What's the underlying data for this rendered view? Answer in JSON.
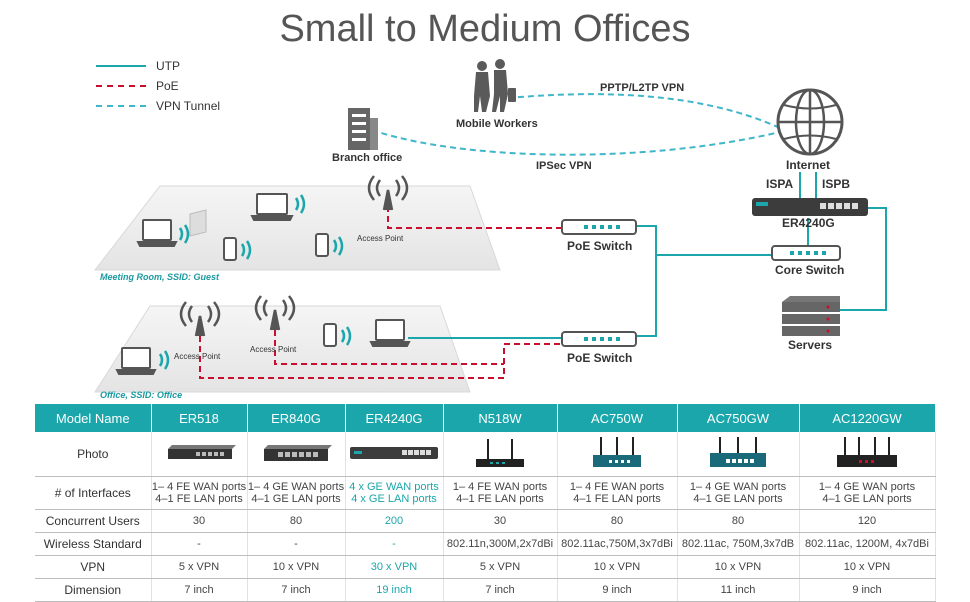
{
  "title": "Small to Medium Offices",
  "legend": {
    "items": [
      {
        "label": "UTP",
        "color": "#1aa6ab",
        "style": "solid"
      },
      {
        "label": "PoE",
        "color": "#c8102e",
        "style": "dashed"
      },
      {
        "label": "VPN Tunnel",
        "color": "#3fb6c9",
        "style": "dashed"
      }
    ]
  },
  "diagram": {
    "mobile_workers": "Mobile Workers",
    "branch_office": "Branch office",
    "pptp_label": "PPTP/L2TP VPN",
    "ipsec_label": "IPSec VPN",
    "internet": "Internet",
    "ispa": "ISPA",
    "ispb": "ISPB",
    "router": "ER4240G",
    "core_switch": "Core Switch",
    "servers": "Servers",
    "poe_switch_1": "PoE Switch",
    "poe_switch_2": "PoE Switch",
    "access_point_1": "Access Point",
    "access_point_2": "Access Point",
    "access_point_3": "Access Point",
    "meeting_room": "Meeting Room, SSID: Guest",
    "office": "Office, SSID:  Office"
  },
  "table": {
    "corner": "Model Name",
    "models": [
      "ER518",
      "ER840G",
      "ER4240G",
      "N518W",
      "AC750W",
      "AC750GW",
      "AC1220GW"
    ],
    "rows": {
      "photo": {
        "label": "Photo"
      },
      "interfaces": {
        "label": "# of Interfaces",
        "line1": [
          "1– 4 FE WAN ports",
          "1– 4 GE WAN ports",
          "4 x GE WAN ports",
          "1– 4 FE WAN ports",
          "1– 4 FE WAN ports",
          "1– 4 GE WAN ports",
          "1– 4 GE WAN ports"
        ],
        "line2": [
          "4–1 FE LAN ports",
          "4–1 GE LAN ports",
          "4 x GE LAN ports",
          "4–1 FE LAN ports",
          "4–1 FE LAN ports",
          "4–1 GE LAN ports",
          "4–1 GE LAN ports"
        ]
      },
      "users": {
        "label": "Concurrent Users",
        "values": [
          "30",
          "80",
          "200",
          "30",
          "80",
          "80",
          "120"
        ]
      },
      "wireless": {
        "label": "Wireless Standard",
        "values": [
          "-",
          "-",
          "-",
          "802.11n,300M,2x7dBi",
          "802.11ac,750M,3x7dBi",
          "802.11ac, 750M,3x7dB",
          "802.11ac, 1200M, 4x7dBi"
        ]
      },
      "vpn": {
        "label": "VPN",
        "values": [
          "5 x VPN",
          "10 x VPN",
          "30 x VPN",
          "5 x VPN",
          "10 x VPN",
          "10 x VPN",
          "10 x VPN"
        ]
      },
      "dimension": {
        "label": "Dimension",
        "values": [
          "7 inch",
          "7 inch",
          "19 inch",
          "7 inch",
          "9 inch",
          "11 inch",
          "9 inch"
        ]
      }
    }
  },
  "colors": {
    "accent": "#1aa6ab",
    "poe": "#c8102e",
    "vpn": "#3fb6c9",
    "device": "#4a4a4a",
    "floor": "#eeeeee"
  }
}
